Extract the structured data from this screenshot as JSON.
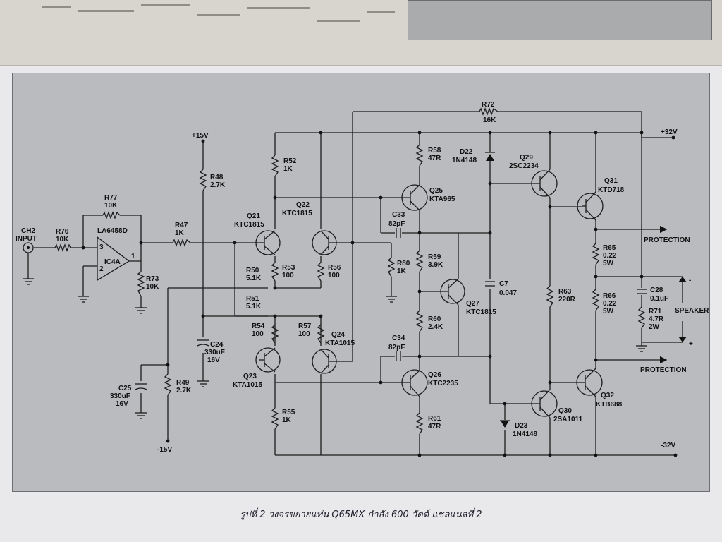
{
  "caption": "รูปที่ 2 วงจรขยายแท่น Q65MX กำลัง 600 วัตต์ แชลแนลที่ 2",
  "rails": {
    "pos15": "+15V",
    "neg15": "-15V",
    "pos32": "+32V",
    "neg32": "-32V"
  },
  "input": {
    "line1": "CH2",
    "line2": "INPUT"
  },
  "opamp": {
    "part": "LA6458D",
    "ref": "IC4A",
    "pin_noninv": "3",
    "pin_inv": "2",
    "pin_out": "1"
  },
  "outputs": {
    "protection_top": "PROTECTION",
    "protection_bottom": "PROTECTION",
    "speaker": "SPEAKER",
    "minus": "-",
    "plus": "+"
  },
  "resistors": [
    {
      "ref": "R76",
      "value": "10K"
    },
    {
      "ref": "R77",
      "value": "10K"
    },
    {
      "ref": "R73",
      "value": "10K"
    },
    {
      "ref": "R47",
      "value": "1K"
    },
    {
      "ref": "R48",
      "value": "2.7K"
    },
    {
      "ref": "R49",
      "value": "2.7K"
    },
    {
      "ref": "R52",
      "value": "1K"
    },
    {
      "ref": "R50",
      "value": "5.1K"
    },
    {
      "ref": "R51",
      "value": "5.1K"
    },
    {
      "ref": "R53",
      "value": "100"
    },
    {
      "ref": "R54",
      "value": "100"
    },
    {
      "ref": "R56",
      "value": "100"
    },
    {
      "ref": "R57",
      "value": "100"
    },
    {
      "ref": "R55",
      "value": "1K"
    },
    {
      "ref": "R58",
      "value": "47R"
    },
    {
      "ref": "R80",
      "value": "1K"
    },
    {
      "ref": "R59",
      "value": "3.9K"
    },
    {
      "ref": "R60",
      "value": "2.4K"
    },
    {
      "ref": "R61",
      "value": "47R"
    },
    {
      "ref": "R72",
      "value": "16K"
    },
    {
      "ref": "R63",
      "value": "220R"
    },
    {
      "ref": "R65",
      "value": "0.22",
      "rating": "5W"
    },
    {
      "ref": "R66",
      "value": "0.22",
      "rating": "5W"
    },
    {
      "ref": "R71",
      "value": "4.7R",
      "rating": "2W"
    }
  ],
  "capacitors": [
    {
      "ref": "C24",
      "value": "330uF",
      "rating": "16V"
    },
    {
      "ref": "C25",
      "value": "330uF",
      "rating": "16V"
    },
    {
      "ref": "C33",
      "value": "82pF"
    },
    {
      "ref": "C34",
      "value": "82pF"
    },
    {
      "ref": "C7",
      "value": "0.047"
    },
    {
      "ref": "C28",
      "value": "0.1uF"
    }
  ],
  "transistors": [
    {
      "ref": "Q21",
      "part": "KTC1815"
    },
    {
      "ref": "Q22",
      "part": "KTC1815"
    },
    {
      "ref": "Q23",
      "part": "KTA1015"
    },
    {
      "ref": "Q24",
      "part": "KTA1015"
    },
    {
      "ref": "Q25",
      "part": "KTA965"
    },
    {
      "ref": "Q26",
      "part": "KTC2235"
    },
    {
      "ref": "Q27",
      "part": "KTC1815"
    },
    {
      "ref": "Q29",
      "part": "2SC2234"
    },
    {
      "ref": "Q30",
      "part": "2SA1011"
    },
    {
      "ref": "Q31",
      "part": "KTD718"
    },
    {
      "ref": "Q32",
      "part": "KTB688"
    }
  ],
  "diodes": [
    {
      "ref": "D22",
      "part": "1N4148"
    },
    {
      "ref": "D23",
      "part": "1N4148"
    }
  ]
}
